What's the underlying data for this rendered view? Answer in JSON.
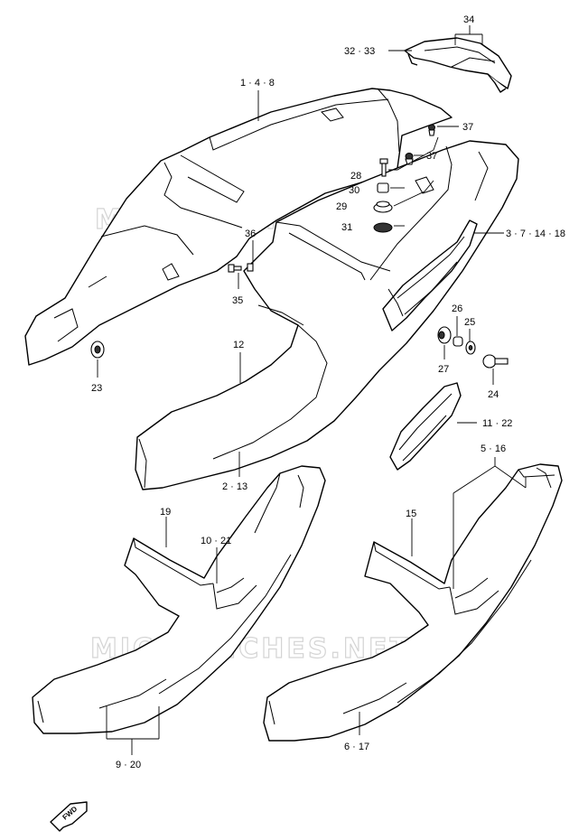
{
  "watermark": "MICROFICHES.NET",
  "fwd_label": "FWD",
  "callouts": [
    {
      "id": "c34",
      "text": "34"
    },
    {
      "id": "c3233",
      "text": "32 · 33"
    },
    {
      "id": "c148",
      "text": "1 · 4 · 8"
    },
    {
      "id": "c37a",
      "text": "37"
    },
    {
      "id": "c37b",
      "text": "37"
    },
    {
      "id": "c28",
      "text": "28"
    },
    {
      "id": "c30",
      "text": "30"
    },
    {
      "id": "c29",
      "text": "29"
    },
    {
      "id": "c31",
      "text": "31"
    },
    {
      "id": "c36",
      "text": "36"
    },
    {
      "id": "c35",
      "text": "35"
    },
    {
      "id": "c3714",
      "text": "3 · 7 · 14 · 18"
    },
    {
      "id": "c26",
      "text": "26"
    },
    {
      "id": "c25",
      "text": "25"
    },
    {
      "id": "c27",
      "text": "27"
    },
    {
      "id": "c24",
      "text": "24"
    },
    {
      "id": "c23",
      "text": "23"
    },
    {
      "id": "c12",
      "text": "12"
    },
    {
      "id": "c1122",
      "text": "11 · 22"
    },
    {
      "id": "c213",
      "text": "2 · 13"
    },
    {
      "id": "c516",
      "text": "5 · 16"
    },
    {
      "id": "c19",
      "text": "19"
    },
    {
      "id": "c1021",
      "text": "10 · 21"
    },
    {
      "id": "c15",
      "text": "15"
    },
    {
      "id": "c617",
      "text": "6 · 17"
    },
    {
      "id": "c920",
      "text": "9 · 20"
    }
  ]
}
